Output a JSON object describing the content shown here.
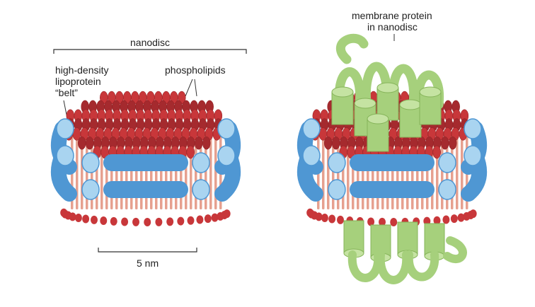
{
  "labels": {
    "nanodisc": "nanodisc",
    "belt_line1": "high-density",
    "belt_line2": "lipoprotein",
    "belt_line3": "“belt”",
    "phospholipids": "phospholipids",
    "membrane_protein_line1": "membrane protein",
    "membrane_protein_line2": "in nanodisc",
    "scale": "5 nm"
  },
  "colors": {
    "lipid_head": "#c8373a",
    "lipid_head_dark": "#a52a2e",
    "lipid_tail": "#e6a08f",
    "belt": "#4f97d3",
    "belt_light": "#a9d4f0",
    "protein": "#a6d07c",
    "protein_dark": "#86b45a",
    "line": "#333333"
  }
}
